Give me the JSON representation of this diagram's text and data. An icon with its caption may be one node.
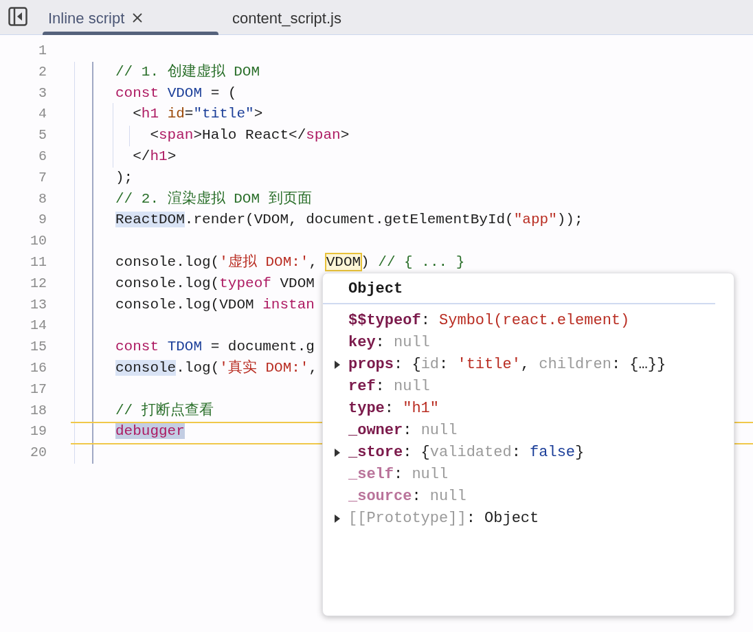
{
  "diagram": {
    "nodes": [
      {
        "text": [
          "Object",
          "$$typeof: Symbol(react.element)",
          "key: null",
          "props: {id: 'title', children: {…}}",
          "ref: null",
          "type: \"h1\"",
          "_owner: null",
          "_store: {validated: false}",
          "_self: null",
          "_source: null",
          "[[Prototype]]: Object"
        ]
      }
    ],
    "labels": [
      "Inline script",
      "content_script.js",
      "1",
      "2",
      "// 1. 创建虚拟 DOM",
      "3",
      "const VDOM = (",
      "4",
      "<h1 id=\"title\">",
      "5",
      "<span>Halo React</span>",
      "6",
      "</h1>",
      "7",
      ");",
      "8",
      "// 2. 渲染虚拟 DOM 到页面",
      "9",
      "ReactDOM.render(VDOM, document.getElementById(\"app\"));",
      "10",
      "11",
      "console.log('虚拟 DOM:', VDOM) // { ... }",
      "12",
      "console.log(typeof VDOM",
      "13",
      "console.log(VDOM instan",
      "14",
      "15",
      "const TDOM = document.g",
      "16",
      "console.log('真实 DOM:',",
      "17",
      "18",
      "// 打断点查看",
      "19",
      "debugger",
      "20"
    ]
  }
}
